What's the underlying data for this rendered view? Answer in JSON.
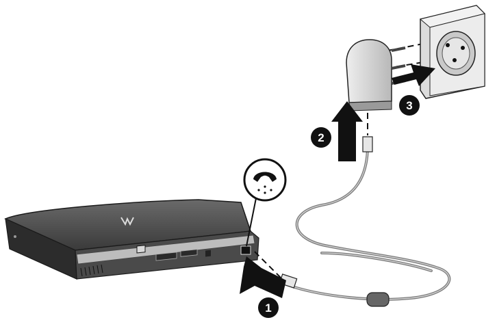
{
  "steps": [
    {
      "number": "1",
      "target": "laptop-modem-jack"
    },
    {
      "number": "2",
      "target": "cable-into-adapter"
    },
    {
      "number": "3",
      "target": "adapter-into-wall-outlet"
    }
  ],
  "icons": {
    "modem_jack": "telephone-handset-icon",
    "laptop_logo": "logo-icon"
  },
  "colors": {
    "ink": "#1a1a1a",
    "laptop_body": "#3f3f3f",
    "laptop_top": "#555555",
    "cable": "#9a9a9a",
    "adapter": "#d2d2d2",
    "outlet": "#e4e4e4",
    "arrow": "#111111"
  }
}
